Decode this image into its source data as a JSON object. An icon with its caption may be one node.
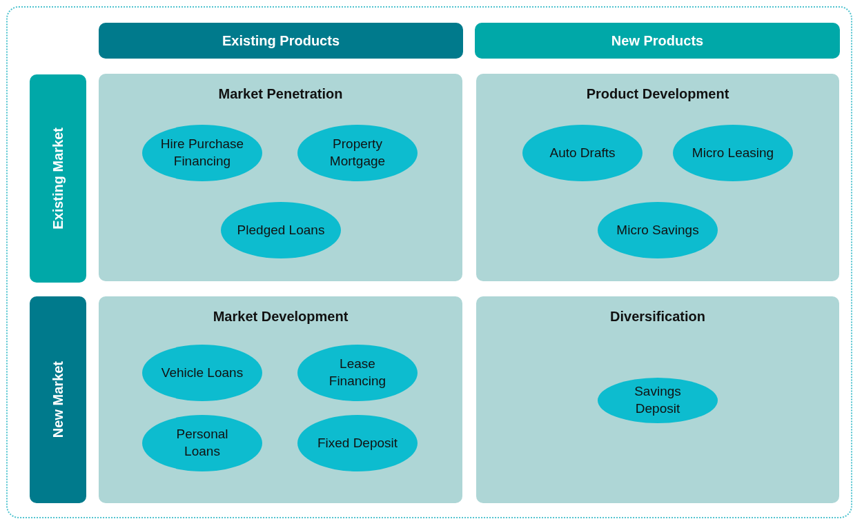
{
  "diagram": {
    "nodes": [
      {
        "text": [
          "Existing Products"
        ]
      },
      {
        "text": [
          "New Products"
        ]
      },
      {
        "text": [
          "Existing Market"
        ]
      },
      {
        "text": [
          "Market Penetration"
        ]
      },
      {
        "text": [
          "Hire Purchase Financing"
        ],
        "in": 3
      },
      {
        "text": [
          "Property Mortgage"
        ],
        "in": 3
      },
      {
        "text": [
          "Pledged Loans"
        ],
        "in": 3
      },
      {
        "text": [
          "Product Development"
        ]
      },
      {
        "text": [
          "Auto Drafts"
        ],
        "in": 7
      },
      {
        "text": [
          "Micro Leasing"
        ],
        "in": 7
      },
      {
        "text": [
          "Micro Savings"
        ],
        "in": 7
      },
      {
        "text": [
          "New Market"
        ]
      },
      {
        "text": [
          "Market Development"
        ]
      },
      {
        "text": [
          "Vehicle Loans"
        ],
        "in": 12
      },
      {
        "text": [
          "Lease Financing"
        ],
        "in": 12
      },
      {
        "text": [
          "Personal Loans"
        ],
        "in": 12
      },
      {
        "text": [
          "Fixed Deposit"
        ],
        "in": 12
      },
      {
        "text": [
          "Diversification"
        ]
      },
      {
        "text": [
          "Savings Deposit"
        ],
        "in": 17
      }
    ]
  }
}
